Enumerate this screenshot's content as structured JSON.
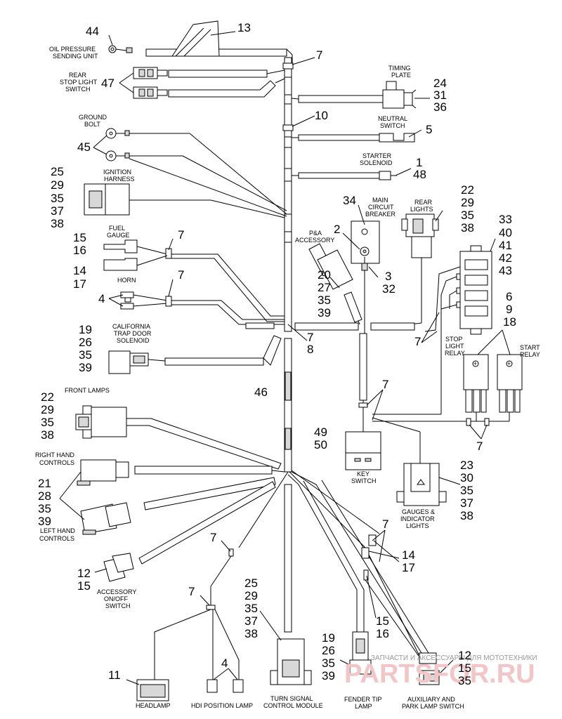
{
  "callouts": [
    {
      "id": "c1",
      "text": "44"
    },
    {
      "id": "c2",
      "text": "13"
    },
    {
      "id": "c3",
      "text": "7"
    },
    {
      "id": "c4",
      "text": "47"
    },
    {
      "id": "c5",
      "text": "24"
    },
    {
      "id": "c6",
      "text": "31"
    },
    {
      "id": "c7",
      "text": "36"
    },
    {
      "id": "c8",
      "text": "10"
    },
    {
      "id": "c9",
      "text": "5"
    },
    {
      "id": "c10",
      "text": "45"
    },
    {
      "id": "c11",
      "text": "1"
    },
    {
      "id": "c12",
      "text": "48"
    },
    {
      "id": "c13",
      "text": "25"
    },
    {
      "id": "c14",
      "text": "29"
    },
    {
      "id": "c15",
      "text": "35"
    },
    {
      "id": "c16",
      "text": "37"
    },
    {
      "id": "c17",
      "text": "38"
    },
    {
      "id": "c18",
      "text": "34"
    },
    {
      "id": "c19",
      "text": "22"
    },
    {
      "id": "c20",
      "text": "29"
    },
    {
      "id": "c21",
      "text": "35"
    },
    {
      "id": "c22",
      "text": "38"
    },
    {
      "id": "c23",
      "text": "33"
    },
    {
      "id": "c24",
      "text": "40"
    },
    {
      "id": "c25",
      "text": "41"
    },
    {
      "id": "c26",
      "text": "42"
    },
    {
      "id": "c27",
      "text": "43"
    },
    {
      "id": "c28",
      "text": "2"
    },
    {
      "id": "c29",
      "text": "7"
    },
    {
      "id": "c30",
      "text": "15"
    },
    {
      "id": "c31",
      "text": "16"
    },
    {
      "id": "c32",
      "text": "14"
    },
    {
      "id": "c33",
      "text": "17"
    },
    {
      "id": "c34",
      "text": "3"
    },
    {
      "id": "c35",
      "text": "32"
    },
    {
      "id": "c36",
      "text": "20"
    },
    {
      "id": "c37",
      "text": "27"
    },
    {
      "id": "c38",
      "text": "35"
    },
    {
      "id": "c39",
      "text": "39"
    },
    {
      "id": "c40",
      "text": "7"
    },
    {
      "id": "c41",
      "text": "4"
    },
    {
      "id": "c42",
      "text": "6"
    },
    {
      "id": "c43",
      "text": "9"
    },
    {
      "id": "c44",
      "text": "18"
    },
    {
      "id": "c45",
      "text": "19"
    },
    {
      "id": "c46",
      "text": "26"
    },
    {
      "id": "c47",
      "text": "35"
    },
    {
      "id": "c48",
      "text": "39"
    },
    {
      "id": "c49",
      "text": "7"
    },
    {
      "id": "c50",
      "text": "8"
    },
    {
      "id": "c51",
      "text": "7"
    },
    {
      "id": "c52",
      "text": "46"
    },
    {
      "id": "c53",
      "text": "7"
    },
    {
      "id": "c54",
      "text": "22"
    },
    {
      "id": "c55",
      "text": "29"
    },
    {
      "id": "c56",
      "text": "35"
    },
    {
      "id": "c57",
      "text": "38"
    },
    {
      "id": "c58",
      "text": "49"
    },
    {
      "id": "c59",
      "text": "50"
    },
    {
      "id": "c60",
      "text": "7"
    },
    {
      "id": "c61",
      "text": "21"
    },
    {
      "id": "c62",
      "text": "28"
    },
    {
      "id": "c63",
      "text": "35"
    },
    {
      "id": "c64",
      "text": "39"
    },
    {
      "id": "c65",
      "text": "23"
    },
    {
      "id": "c66",
      "text": "30"
    },
    {
      "id": "c67",
      "text": "35"
    },
    {
      "id": "c68",
      "text": "37"
    },
    {
      "id": "c69",
      "text": "38"
    },
    {
      "id": "c70",
      "text": "7"
    },
    {
      "id": "c71",
      "text": "7"
    },
    {
      "id": "c72",
      "text": "14"
    },
    {
      "id": "c73",
      "text": "17"
    },
    {
      "id": "c74",
      "text": "12"
    },
    {
      "id": "c75",
      "text": "15"
    },
    {
      "id": "c76",
      "text": "7"
    },
    {
      "id": "c77",
      "text": "25"
    },
    {
      "id": "c78",
      "text": "29"
    },
    {
      "id": "c79",
      "text": "35"
    },
    {
      "id": "c80",
      "text": "37"
    },
    {
      "id": "c81",
      "text": "38"
    },
    {
      "id": "c82",
      "text": "15"
    },
    {
      "id": "c83",
      "text": "16"
    },
    {
      "id": "c84",
      "text": "4"
    },
    {
      "id": "c85",
      "text": "19"
    },
    {
      "id": "c86",
      "text": "26"
    },
    {
      "id": "c87",
      "text": "35"
    },
    {
      "id": "c88",
      "text": "39"
    },
    {
      "id": "c89",
      "text": "12"
    },
    {
      "id": "c90",
      "text": "15"
    },
    {
      "id": "c91",
      "text": "35"
    },
    {
      "id": "c92",
      "text": "11"
    }
  ],
  "labels": [
    {
      "id": "l1",
      "text": "OIL PRESSURE"
    },
    {
      "id": "l2",
      "text": "SENDING UNIT"
    },
    {
      "id": "l3",
      "text": "REAR"
    },
    {
      "id": "l4",
      "text": "STOP LIGHT"
    },
    {
      "id": "l5",
      "text": "SWITCH"
    },
    {
      "id": "l6",
      "text": "TIMING"
    },
    {
      "id": "l7",
      "text": "PLATE"
    },
    {
      "id": "l8",
      "text": "NEUTRAL"
    },
    {
      "id": "l9",
      "text": "SWITCH"
    },
    {
      "id": "l10",
      "text": "GROUND"
    },
    {
      "id": "l11",
      "text": "BOLT"
    },
    {
      "id": "l12",
      "text": "STARTER"
    },
    {
      "id": "l13",
      "text": "SOLENOID"
    },
    {
      "id": "l14",
      "text": "IGNITION"
    },
    {
      "id": "l15",
      "text": "HARNESS"
    },
    {
      "id": "l16",
      "text": "MAIN"
    },
    {
      "id": "l17",
      "text": "CIRCUIT"
    },
    {
      "id": "l18",
      "text": "BREAKER"
    },
    {
      "id": "l19",
      "text": "REAR"
    },
    {
      "id": "l20",
      "text": "LIGHTS"
    },
    {
      "id": "l21",
      "text": "FUEL"
    },
    {
      "id": "l22",
      "text": "GAUGE"
    },
    {
      "id": "l23",
      "text": "P&A"
    },
    {
      "id": "l24",
      "text": "ACCESSORY"
    },
    {
      "id": "l25",
      "text": "HORN"
    },
    {
      "id": "l26",
      "text": "CALIFORNIA"
    },
    {
      "id": "l27",
      "text": "TRAP DOOR"
    },
    {
      "id": "l28",
      "text": "SOLENOID"
    },
    {
      "id": "l29",
      "text": "STOP"
    },
    {
      "id": "l30",
      "text": "LIGHT"
    },
    {
      "id": "l31",
      "text": "RELAY"
    },
    {
      "id": "l32",
      "text": "START"
    },
    {
      "id": "l33",
      "text": "RELAY"
    },
    {
      "id": "l34",
      "text": "FRONT LAMPS"
    },
    {
      "id": "l35",
      "text": "KEY"
    },
    {
      "id": "l36",
      "text": "SWITCH"
    },
    {
      "id": "l37",
      "text": "RIGHT HAND"
    },
    {
      "id": "l38",
      "text": "CONTROLS"
    },
    {
      "id": "l39",
      "text": "GAUGES &"
    },
    {
      "id": "l40",
      "text": "INDICATOR"
    },
    {
      "id": "l41",
      "text": "LIGHTS"
    },
    {
      "id": "l42",
      "text": "LEFT HAND"
    },
    {
      "id": "l43",
      "text": "CONTROLS"
    },
    {
      "id": "l44",
      "text": "ACCESSORY"
    },
    {
      "id": "l45",
      "text": "ON/OFF"
    },
    {
      "id": "l46",
      "text": "SWITCH"
    },
    {
      "id": "l47",
      "text": "HEADLAMP"
    },
    {
      "id": "l48",
      "text": "HDI POSITION LAMP"
    },
    {
      "id": "l49",
      "text": "TURN SIGNAL"
    },
    {
      "id": "l50",
      "text": "CONTROL MODULE"
    },
    {
      "id": "l51",
      "text": "FENDER TIP"
    },
    {
      "id": "l52",
      "text": "LAMP"
    },
    {
      "id": "l53",
      "text": "AUXILIARY AND"
    },
    {
      "id": "l54",
      "text": "PARK LAMP SWITCH"
    }
  ],
  "watermark": {
    "text": "PARTSFOR.RU",
    "subtext": "ЗАПЧАСТИ И АКСЕССУАРЫ ДЛЯ МОТОТЕХНИКИ"
  },
  "colors": {
    "line": "#000000",
    "background": "#ffffff",
    "watermark": "#f2c6c6"
  }
}
